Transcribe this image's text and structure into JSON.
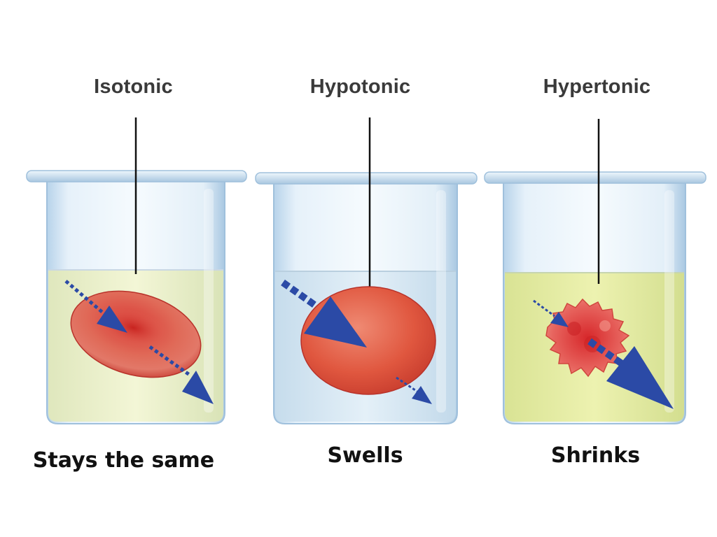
{
  "panels": [
    {
      "title": "Isotonic",
      "caption": "Stays the same"
    },
    {
      "title": "Hypotonic",
      "caption": "Swells"
    },
    {
      "title": "Hypertonic",
      "caption": "Shrinks"
    }
  ],
  "colors": {
    "arrow": "#2b4aa6",
    "cell": "#d8362e",
    "isotonic_solution": "#eef2c8",
    "hypotonic_solution": "#d9eaf4",
    "hypertonic_solution": "#e5ec9c",
    "beaker_glass": "#dcebf6"
  }
}
